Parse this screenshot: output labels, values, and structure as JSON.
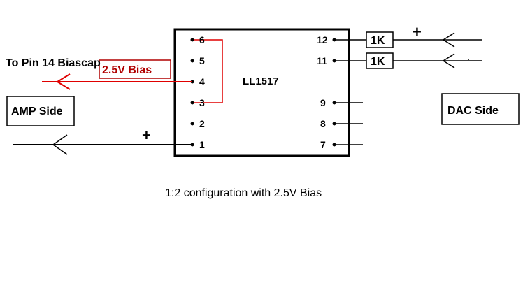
{
  "chip": {
    "name": "LL1517"
  },
  "left_pins": [
    "6",
    "5",
    "4",
    "3",
    "2",
    "1"
  ],
  "right_pins": [
    "12",
    "11",
    "9",
    "8",
    "7"
  ],
  "resistors": [
    "1K",
    "1K"
  ],
  "labels": {
    "to_pin": "To Pin 14 Biascap",
    "bias": "2.5V Bias",
    "amp_side": "AMP Side",
    "dac_side": "DAC Side",
    "plus_left": "+",
    "plus_right": "+"
  },
  "caption": "1:2 configuration with 2.5V Bias",
  "colors": {
    "line": "#000000",
    "accent_red": "#e00000",
    "label_red": "#b00000"
  }
}
